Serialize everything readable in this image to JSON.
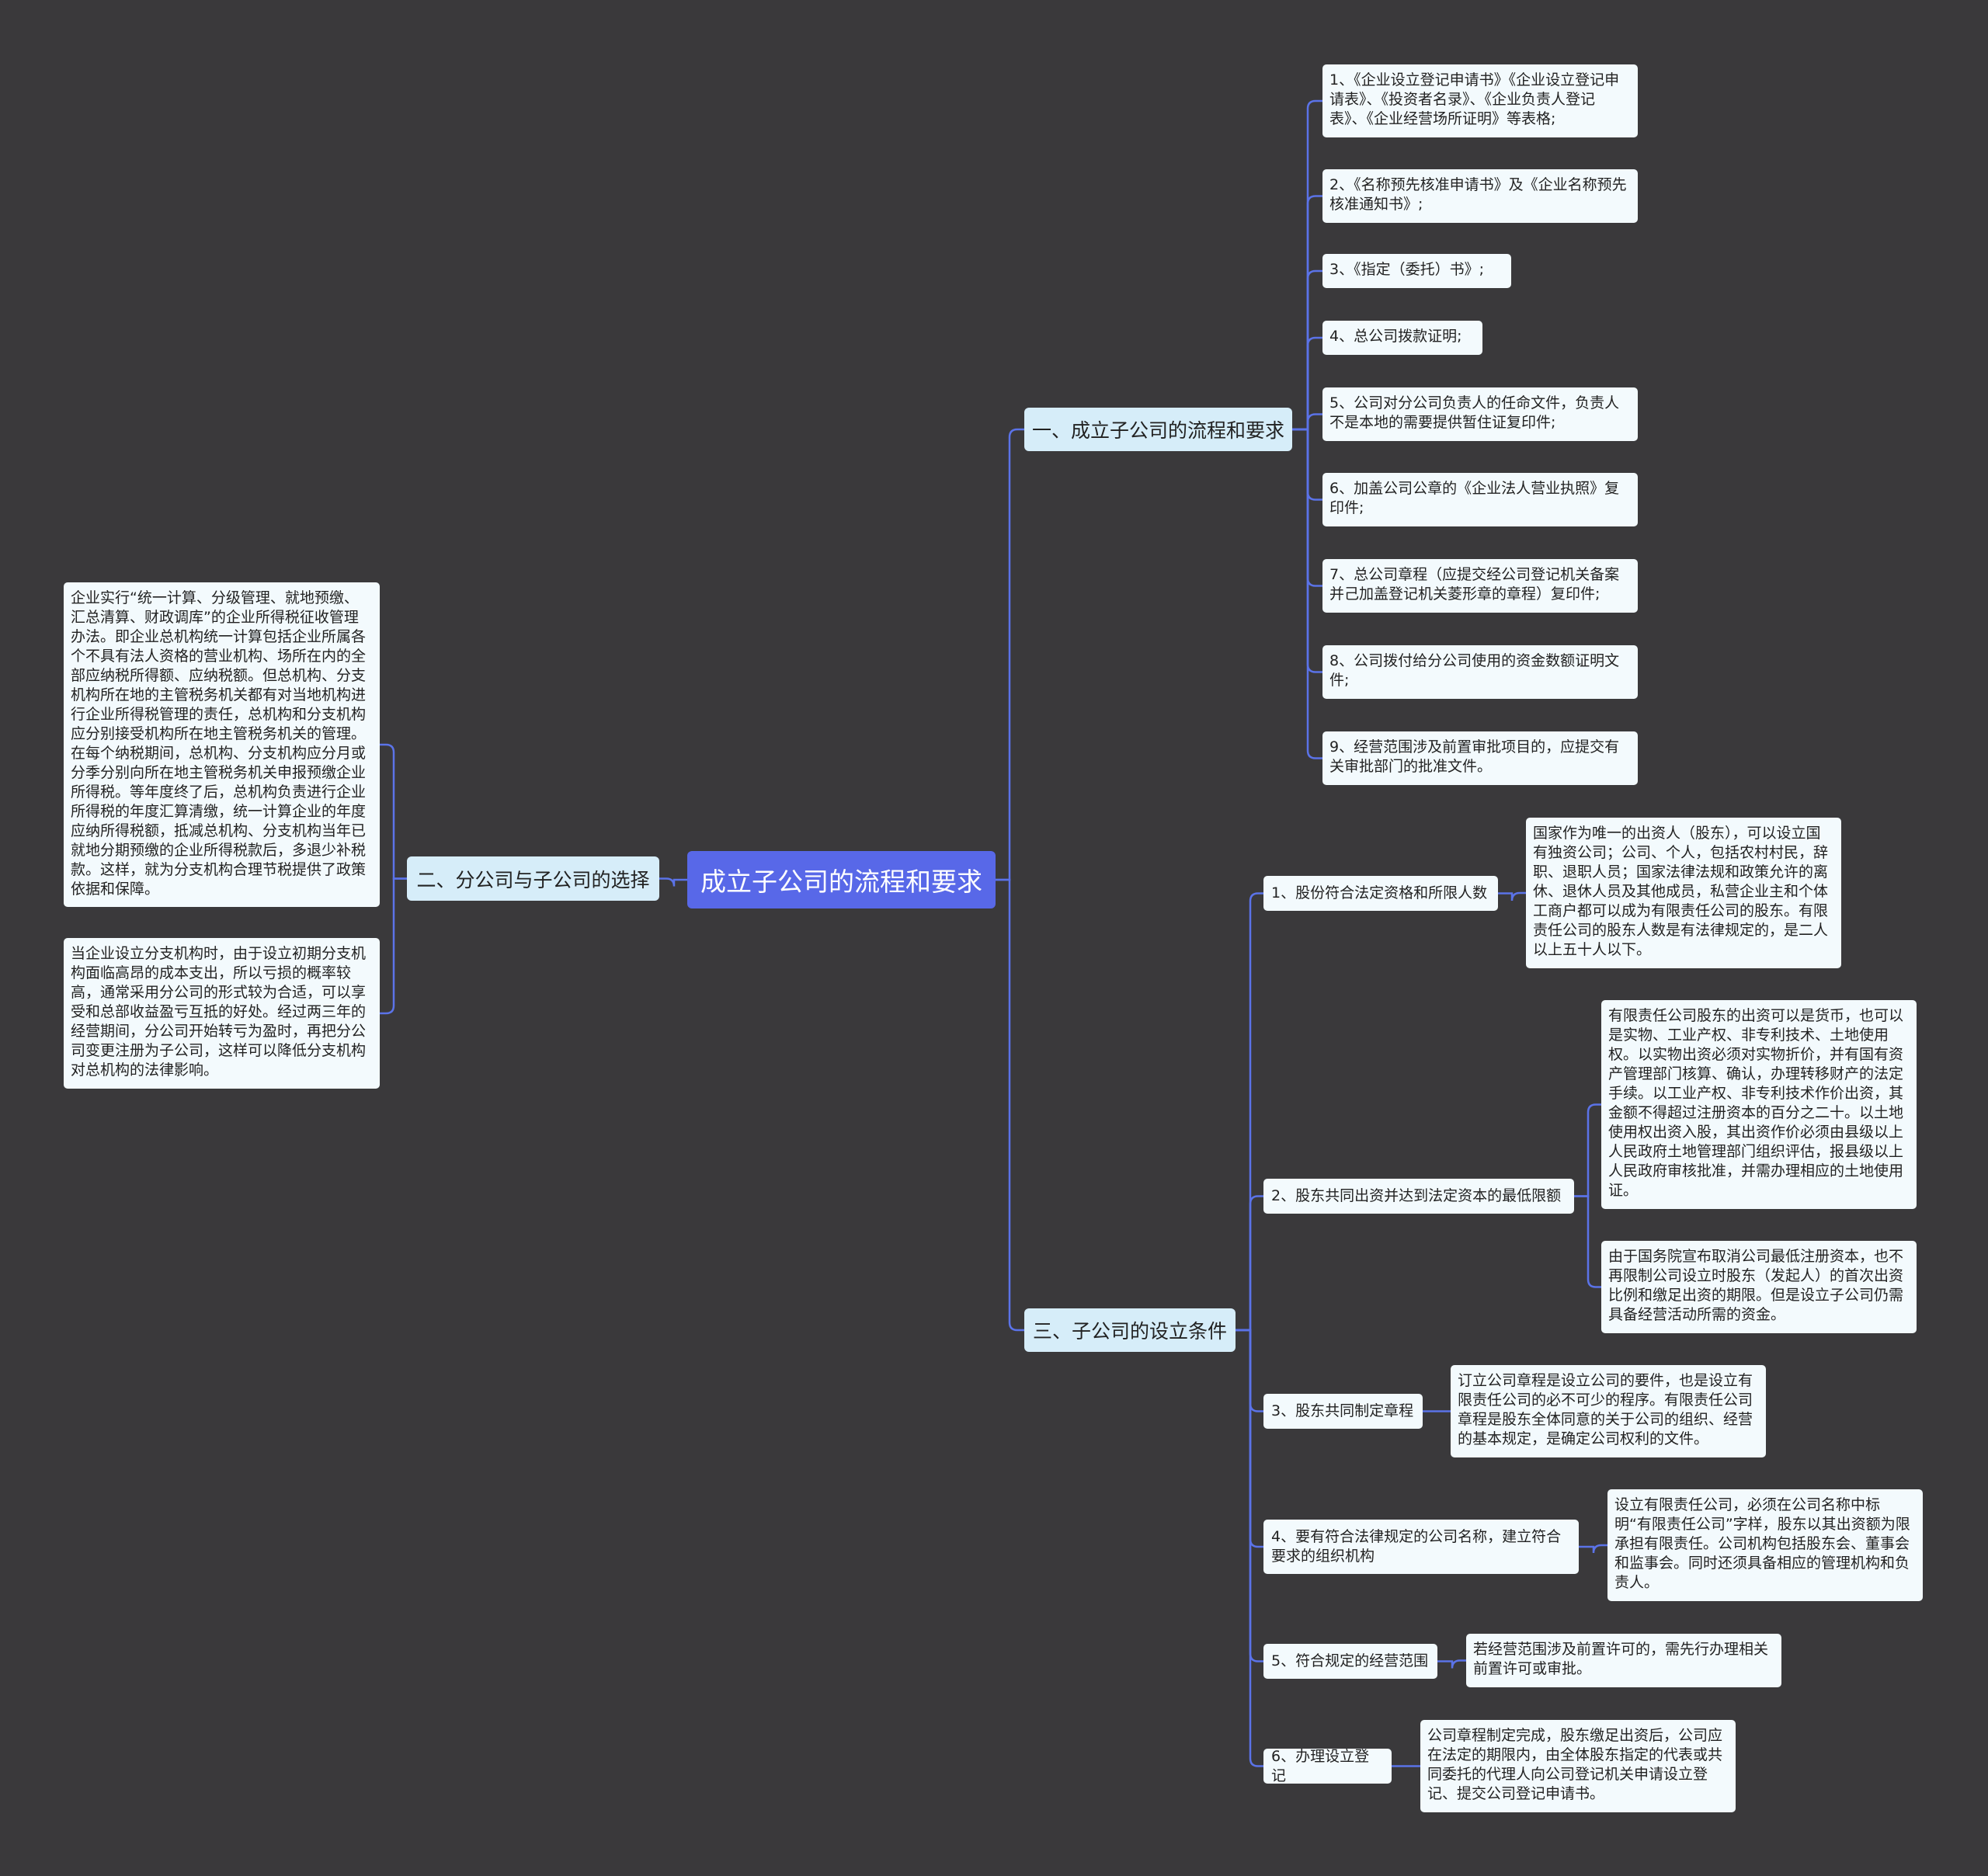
{
  "root": {
    "label": "成立子公司的流程和要求"
  },
  "branch1": {
    "label": "一、成立子公司的流程和要求",
    "items": [
      "1、《企业设立登记申请书》《企业设立登记申请表》、《投资者名录》、《企业负责人登记表》、《企业经营场所证明》等表格;",
      "2、《名称预先核准申请书》及《企业名称预先核准通知书》;",
      "3、《指定（委托）书》;",
      "4、总公司拨款证明;",
      "5、公司对分公司负责人的任命文件，负责人不是本地的需要提供暂住证复印件;",
      "6、加盖公司公章的《企业法人营业执照》复印件;",
      "7、总公司章程（应提交经公司登记机关备案并己加盖登记机关菱形章的章程）复印件;",
      "8、公司拨付给分公司使用的资金数额证明文件;",
      "9、经营范围涉及前置审批项目的，应提交有关审批部门的批准文件。"
    ]
  },
  "branch2": {
    "label": "二、分公司与子公司的选择",
    "items": [
      "企业实行“统一计算、分级管理、就地预缴、汇总清算、财政调库”的企业所得税征收管理办法。即企业总机构统一计算包括企业所属各个不具有法人资格的营业机构、场所在内的全部应纳税所得额、应纳税额。但总机构、分支机构所在地的主管税务机关都有对当地机构进行企业所得税管理的责任，总机构和分支机构应分别接受机构所在地主管税务机关的管理。在每个纳税期间，总机构、分支机构应分月或分季分别向所在地主管税务机关申报预缴企业所得税。等年度终了后，总机构负责进行企业所得税的年度汇算清缴，统一计算企业的年度应纳所得税额，抵减总机构、分支机构当年已就地分期预缴的企业所得税款后，多退少补税款。这样，就为分支机构合理节税提供了政策依据和保障。",
      "当企业设立分支机构时，由于设立初期分支机构面临高昂的成本支出，所以亏损的概率较高，通常采用分公司的形式较为合适，可以享受和总部收益盈亏互抵的好处。经过两三年的经营期间，分公司开始转亏为盈时，再把分公司变更注册为子公司，这样可以降低分支机构对总机构的法律影响。"
    ]
  },
  "branch3": {
    "label": "三、子公司的设立条件",
    "items": [
      {
        "label": "1、股份符合法定资格和所限人数",
        "details": [
          "国家作为唯一的出资人（股东），可以设立国有独资公司；公司、个人，包括农村村民，辞职、退职人员；国家法律法规和政策允许的离休、退休人员及其他成员，私营企业主和个体工商户都可以成为有限责任公司的股东。有限责任公司的股东人数是有法律规定的，是二人以上五十人以下。"
        ]
      },
      {
        "label": "2、股东共同出资并达到法定资本的最低限额",
        "details": [
          "有限责任公司股东的出资可以是货币，也可以是实物、工业产权、非专利技术、土地使用权。以实物出资必须对实物折价，并有国有资产管理部门核算、确认，办理转移财产的法定手续。以工业产权、非专利技术作价出资，其金额不得超过注册资本的百分之二十。以土地使用权出资入股，其出资作价必须由县级以上人民政府土地管理部门组织评估，报县级以上人民政府审核批准，并需办理相应的土地使用证。",
          "由于国务院宣布取消公司最低注册资本，也不再限制公司设立时股东（发起人）的首次出资比例和缴足出资的期限。但是设立子公司仍需具备经营活动所需的资金。"
        ]
      },
      {
        "label": "3、股东共同制定章程",
        "details": [
          "订立公司章程是设立公司的要件，也是设立有限责任公司的必不可少的程序。有限责任公司章程是股东全体同意的关于公司的组织、经营的基本规定，是确定公司权利的文件。"
        ]
      },
      {
        "label": "4、要有符合法律规定的公司名称，建立符合要求的组织机构",
        "details": [
          "设立有限责任公司，必须在公司名称中标明“有限责任公司”字样，股东以其出资额为限承担有限责任。公司机构包括股东会、董事会和监事会。同时还须具备相应的管理机构和负责人。"
        ]
      },
      {
        "label": "5、符合规定的经营范围",
        "details": [
          "若经营范围涉及前置许可的，需先行办理相关前置许可或审批。"
        ]
      },
      {
        "label": "6、办理设立登记",
        "details": [
          "公司章程制定完成，股东缴足出资后，公司应在法定的期限内，由全体股东指定的代表或共同委托的代理人向公司登记机关申请设立登记、提交公司登记申请书。"
        ]
      }
    ]
  },
  "colors": {
    "background": "#3a393b",
    "link": "#5b73e8",
    "root": "#5868e8",
    "branch": "#d6edf9",
    "leaf": "#f3fafd"
  }
}
